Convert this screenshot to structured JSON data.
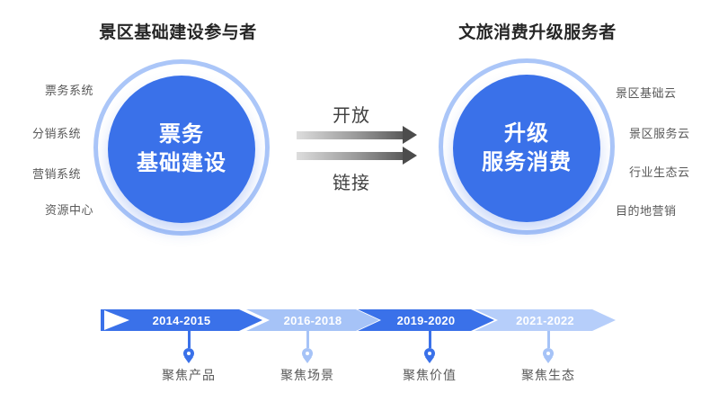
{
  "left_group": {
    "title": "景区基础建设参与者",
    "circle": {
      "line1": "票务",
      "line2": "基础建设"
    },
    "labels": [
      "票务系统",
      "分销系统",
      "营销系统",
      "资源中心"
    ]
  },
  "right_group": {
    "title": "文旅消费升级服务者",
    "circle": {
      "line1": "升级",
      "line2": "服务消费"
    },
    "labels": [
      "景区基础云",
      "景区服务云",
      "行业生态云",
      "目的地营销"
    ]
  },
  "connector": {
    "top_label": "开放",
    "bottom_label": "链接",
    "arrow_icons": [
      "right-arrow-icon",
      "right-arrow-icon"
    ]
  },
  "timeline": {
    "segments": [
      {
        "period": "2014-2015",
        "focus": "聚焦产品",
        "tone": "dark"
      },
      {
        "period": "2016-2018",
        "focus": "聚焦场景",
        "tone": "light"
      },
      {
        "period": "2019-2020",
        "focus": "聚焦价值",
        "tone": "dark"
      },
      {
        "period": "2021-2022",
        "focus": "聚焦生态",
        "tone": "light"
      }
    ]
  },
  "colors": {
    "primary_blue": "#3a71e9",
    "light_blue": "#a6c3f7",
    "lighter_blue": "#b6cefa",
    "ring_blue": "#abc6f8",
    "title_text": "#262626",
    "gray_text": "#595959",
    "arrow_gray_start": "#dddddd",
    "arrow_gray_end": "#4c4c4c"
  }
}
